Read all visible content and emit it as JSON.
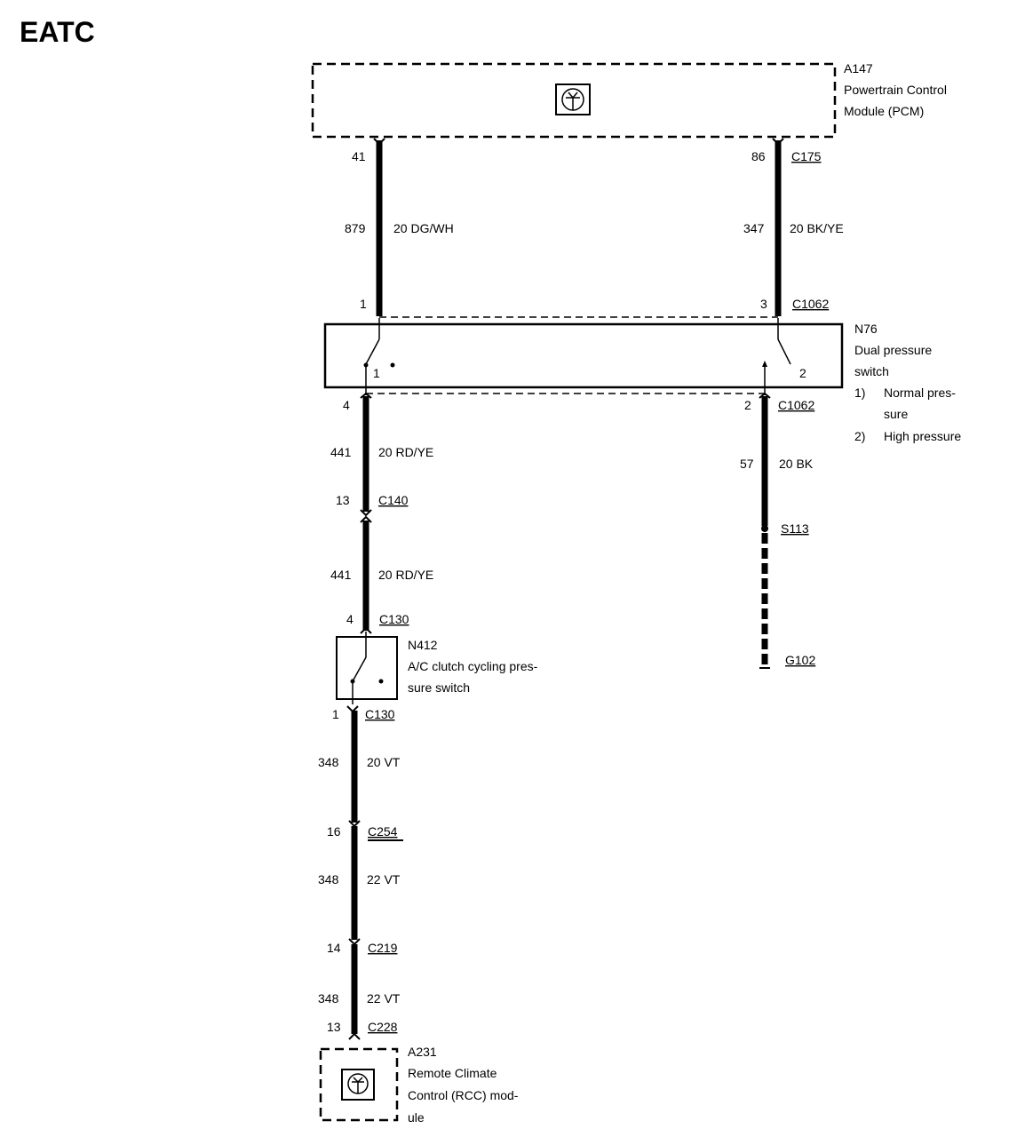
{
  "title": "EATC",
  "components": {
    "pcm": {
      "id": "A147",
      "lines": [
        "Powertrain Control",
        "Module (PCM)"
      ]
    },
    "dual_switch": {
      "id": "N76",
      "lines": [
        "Dual pressure",
        "switch"
      ],
      "pos1": "1",
      "pos2": "2",
      "legend": [
        {
          "num": "1)",
          "lines": [
            "Normal pres-",
            "sure"
          ]
        },
        {
          "num": "2)",
          "lines": [
            "High pressure"
          ]
        }
      ]
    },
    "clutch_switch": {
      "id": "N412",
      "lines": [
        "A/C clutch cycling pres-",
        "sure switch"
      ]
    },
    "rcc": {
      "id": "A231",
      "lines": [
        "Remote Climate",
        "Control (RCC) mod-",
        "ule"
      ]
    }
  },
  "connectors": {
    "c175": "C175",
    "c1062_top": "C1062",
    "c1062_bot": "C1062",
    "c140": "C140",
    "c130_top": "C130",
    "c130_bot": "C130",
    "c254": "C254",
    "c219": "C219",
    "c228": "C228",
    "s113": "S113",
    "g102": "G102"
  },
  "pins": {
    "p41": "41",
    "p86": "86",
    "p1_top": "1",
    "p3_top": "3",
    "p4": "4",
    "p2": "2",
    "p13_c140": "13",
    "p4_c130": "4",
    "p1_c130": "1",
    "p16": "16",
    "p14": "14",
    "p13_c228": "13"
  },
  "wires": [
    {
      "circuit": "879",
      "spec": "20 DG/WH"
    },
    {
      "circuit": "347",
      "spec": "20 BK/YE"
    },
    {
      "circuit": "441",
      "spec": "20 RD/YE"
    },
    {
      "circuit": "57",
      "spec": "20 BK"
    },
    {
      "circuit": "441",
      "spec": "20 RD/YE"
    },
    {
      "circuit": "348",
      "spec": "20 VT"
    },
    {
      "circuit": "348",
      "spec": "22 VT"
    },
    {
      "circuit": "348",
      "spec": "22 VT"
    }
  ]
}
